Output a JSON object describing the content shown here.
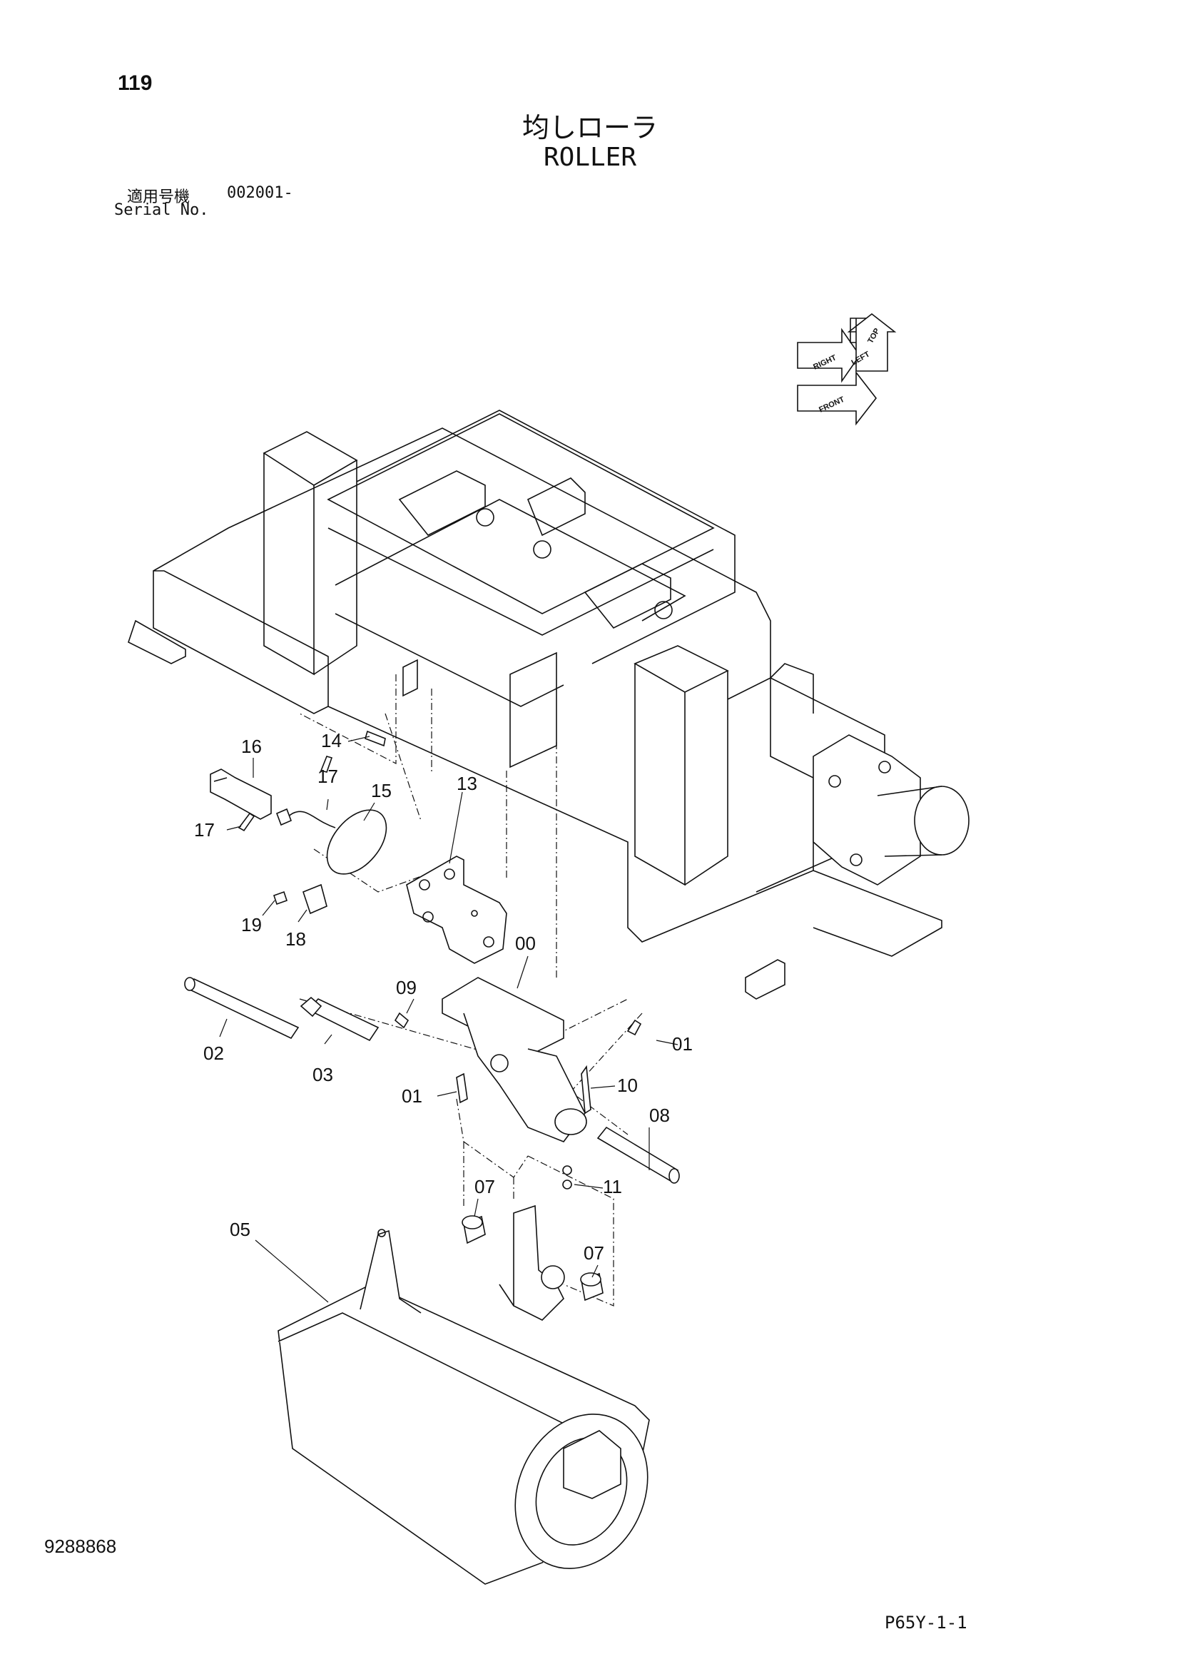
{
  "header": {
    "page_number": "119",
    "title_jp": "均しローラ",
    "title_en": "ROLLER",
    "serial_label_jp": "適用号機",
    "serial_value": "002001-",
    "serial_label_en": "Serial No."
  },
  "compass": {
    "labels": [
      "TOP",
      "LEFT",
      "RIGHT",
      "FRONT"
    ]
  },
  "callouts": [
    {
      "id": "c00",
      "label": "00"
    },
    {
      "id": "c01a",
      "label": "01"
    },
    {
      "id": "c01b",
      "label": "01"
    },
    {
      "id": "c02",
      "label": "02"
    },
    {
      "id": "c03",
      "label": "03"
    },
    {
      "id": "c05",
      "label": "05"
    },
    {
      "id": "c07a",
      "label": "07"
    },
    {
      "id": "c07b",
      "label": "07"
    },
    {
      "id": "c08",
      "label": "08"
    },
    {
      "id": "c09",
      "label": "09"
    },
    {
      "id": "c10",
      "label": "10"
    },
    {
      "id": "c11",
      "label": "11"
    },
    {
      "id": "c13",
      "label": "13"
    },
    {
      "id": "c14",
      "label": "14"
    },
    {
      "id": "c15",
      "label": "15"
    },
    {
      "id": "c16",
      "label": "16"
    },
    {
      "id": "c17a",
      "label": "17"
    },
    {
      "id": "c17b",
      "label": "17"
    },
    {
      "id": "c18",
      "label": "18"
    },
    {
      "id": "c19",
      "label": "19"
    }
  ],
  "footer": {
    "doc_number": "9288868",
    "page_code": "P65Y-1-1"
  }
}
